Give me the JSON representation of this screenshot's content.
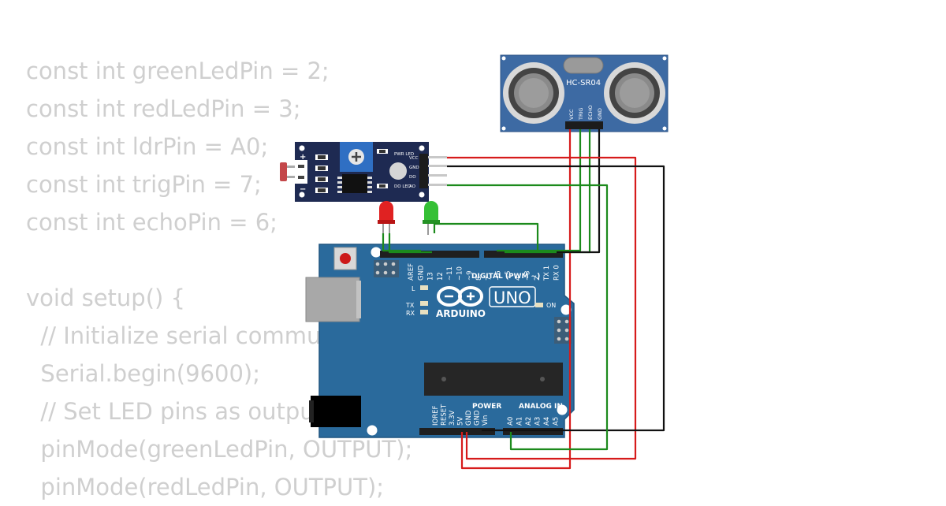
{
  "code": {
    "lines": [
      "const int greenLedPin = 2;",
      "const int redLedPin = 3;",
      "const int ldrPin = A0;",
      "const int trigPin = 7;",
      "const int echoPin = 6;",
      "",
      "void setup() {",
      "  // Initialize serial commu",
      "  Serial.begin(9600);",
      "  // Set LED pins as outpu",
      "  pinMode(greenLedPin, OUTPUT);",
      "  pinMode(redLedPin, OUTPUT);"
    ]
  },
  "ultrasonic": {
    "model": "HC-SR04",
    "pins": [
      "VCC",
      "TRIG",
      "ECHO",
      "GND"
    ]
  },
  "ldr_module": {
    "led_labels": [
      "PWR LED",
      "DO LED"
    ],
    "pins": [
      "VCC",
      "GND",
      "DO",
      "AO"
    ],
    "polarity": [
      "+",
      "−"
    ]
  },
  "arduino": {
    "brand": "ARDUINO",
    "model": "UNO",
    "digital_header": "DIGITAL (PWM ~)",
    "digital_pins": [
      "AREF",
      "GND",
      "13",
      "12",
      "~11",
      "~10",
      "~9",
      "8",
      "7",
      "~6",
      "~5",
      "4",
      "~3",
      "2",
      "TX 1",
      "RX 0"
    ],
    "power_label": "POWER",
    "power_pins": [
      "IOREF",
      "RESET",
      "3.3V",
      "5V",
      "GND",
      "GND",
      "Vin"
    ],
    "analog_label": "ANALOG IN",
    "analog_pins": [
      "A0",
      "A1",
      "A2",
      "A3",
      "A4",
      "A5"
    ],
    "indicators": [
      "L",
      "TX",
      "RX",
      "ON"
    ]
  },
  "colors": {
    "code_text": "#cfcfcf",
    "board": "#2a6a9c",
    "sensor_board": "#3d6aa3",
    "ldr_board": "#1e2a52",
    "wire_red": "#d61b1b",
    "wire_black": "#111111",
    "wire_green": "#1c8a1c",
    "led_red": "#e02222",
    "led_green": "#35c035"
  }
}
